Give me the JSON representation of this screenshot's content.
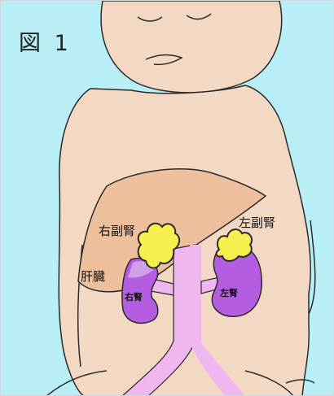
{
  "figure": {
    "title": "図 1",
    "labels": {
      "right_adrenal": "右副腎",
      "left_adrenal": "左副腎",
      "liver": "肝臓",
      "right_kidney": "右腎",
      "left_kidney": "左腎"
    }
  },
  "colors": {
    "background": "#b8eef6",
    "skin": "#f3d9c3",
    "liver": "#eebf9c",
    "adrenal": "#f7ef4e",
    "kidney": "#b55de0",
    "kidney_light": "#cfa0e8",
    "vessels": "#efb6f0",
    "outline": "#2b2b2b"
  }
}
